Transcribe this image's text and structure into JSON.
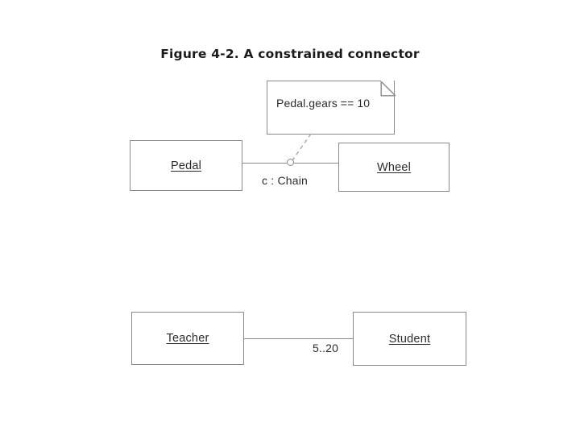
{
  "figure": {
    "title": "Figure 4-2. A constrained connector"
  },
  "theme": {
    "background": "#ffffff",
    "stroke": "#8a8a8a",
    "text": "#2b2b2b",
    "title_text": "#1a1a1a"
  },
  "diagram_top": {
    "note": {
      "text": "Pedal.gears == 10",
      "shape": "note-folded-corner"
    },
    "parts": [
      {
        "name": "Pedal",
        "underlined": true
      },
      {
        "name": "Wheel",
        "underlined": true
      }
    ],
    "connector": {
      "label": "c : Chain",
      "anchor": "constraint-anchor-circle",
      "leader_style": "dashed"
    }
  },
  "diagram_bottom": {
    "parts": [
      {
        "name": "Teacher",
        "underlined": true
      },
      {
        "name": "Student",
        "underlined": true
      }
    ],
    "connector": {
      "multiplicity": "5..20"
    }
  }
}
